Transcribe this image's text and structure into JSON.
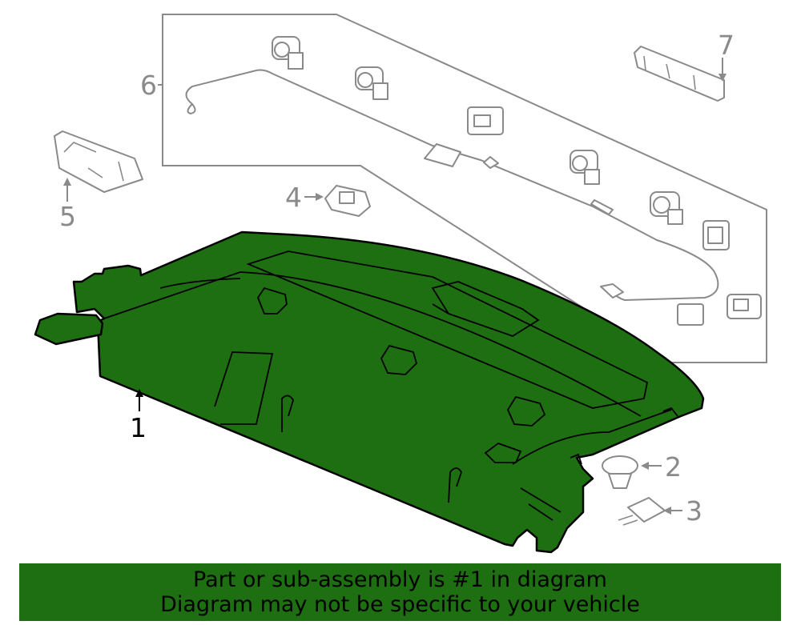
{
  "colors": {
    "highlight": "#1e6e12",
    "banner": "#1e6e12",
    "outline": "#8a8a8a"
  },
  "callouts": [
    {
      "id": "1",
      "label": "1"
    },
    {
      "id": "2",
      "label": "2"
    },
    {
      "id": "3",
      "label": "3"
    },
    {
      "id": "4",
      "label": "4"
    },
    {
      "id": "5",
      "label": "5"
    },
    {
      "id": "6",
      "label": "6"
    },
    {
      "id": "7",
      "label": "7"
    }
  ],
  "banner": {
    "line1": "Part or sub-assembly is #1 in diagram",
    "line2": "Diagram may not be specific to your vehicle"
  }
}
